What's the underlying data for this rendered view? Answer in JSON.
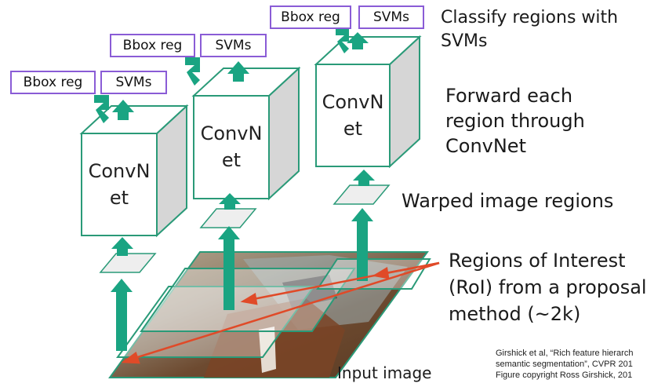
{
  "outputs": [
    {
      "bbox_label": "Bbox reg",
      "svm_label": "SVMs"
    },
    {
      "bbox_label": "Bbox reg",
      "svm_label": "SVMs"
    },
    {
      "bbox_label": "Bbox reg",
      "svm_label": "SVMs"
    }
  ],
  "convnets": [
    {
      "line1": "ConvN",
      "line2": "et"
    },
    {
      "line1": "ConvN",
      "line2": "et"
    },
    {
      "line1": "ConvN",
      "line2": "et"
    }
  ],
  "annotations": {
    "classify": [
      "Classify regions with",
      "SVMs"
    ],
    "forward": [
      "Forward each",
      "region through",
      "ConvNet"
    ],
    "warped": "Warped image regions",
    "roi": [
      "Regions of Interest",
      "(RoI) from a proposal",
      "method (~2k)"
    ],
    "input": "Input image"
  },
  "credit": [
    "Girshick et al, “Rich feature hierarch",
    "semantic segmentation”, CVPR 201",
    "Figure copyright Ross Girshick, 201"
  ],
  "colors": {
    "arrow": "#1aa482",
    "box_border": "#8a5cd6",
    "region_outline": "#2a9a78",
    "pointer": "#e04a28",
    "cube_side": "#d6d6d6"
  }
}
